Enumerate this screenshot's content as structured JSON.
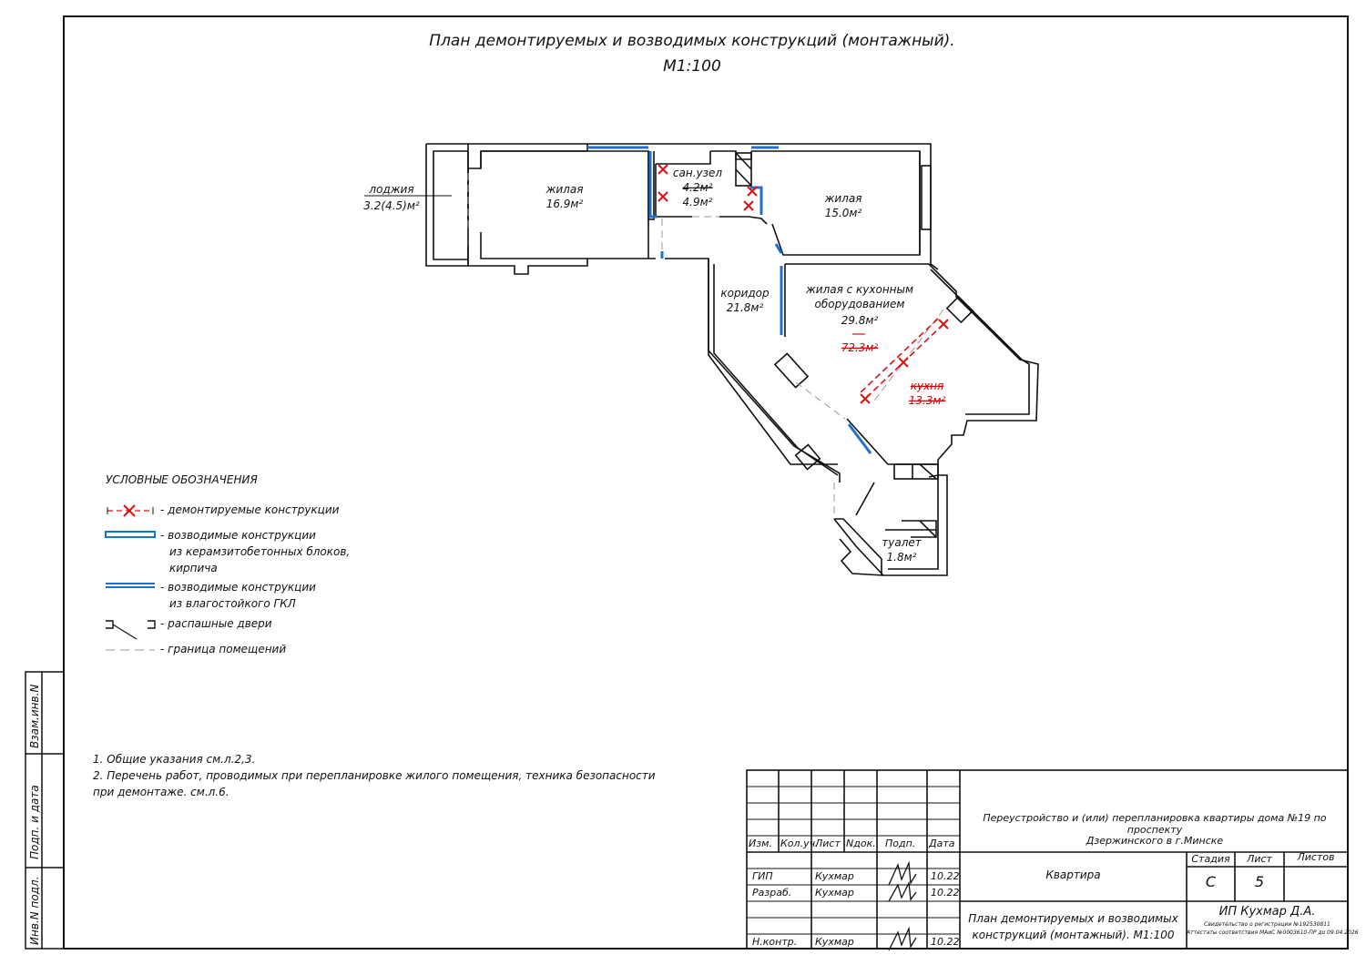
{
  "title": {
    "line1": "План демонтируемых и возводимых конструкций (монтажный).",
    "line2": "М1:100"
  },
  "rooms": [
    {
      "id": "loggia",
      "name": "лоджия",
      "area": "3.2(4.5)м²"
    },
    {
      "id": "living1",
      "name": "жилая",
      "area": "16.9м²"
    },
    {
      "id": "bath",
      "name": "сан.узел",
      "area_old": "4.2м²",
      "area": "4.9м²"
    },
    {
      "id": "living2",
      "name": "жилая",
      "area": "15.0м²"
    },
    {
      "id": "corridor",
      "name": "коридор",
      "area": "21.8м²"
    },
    {
      "id": "living_kitchen",
      "name": "жилая с кухонным",
      "name2": "оборудованием",
      "area": "29.8м²",
      "area_old": "72.3м²"
    },
    {
      "id": "kitchen",
      "name_old": "кухня",
      "area_old": "13.3м²"
    },
    {
      "id": "toilet",
      "name": "туалет",
      "area": "1.8м²"
    }
  ],
  "legend": {
    "heading": "УСЛОВНЫЕ ОБОЗНАЧЕНИЯ",
    "items": [
      {
        "id": "demolish",
        "lines": [
          "- демонтируемые конструкции"
        ],
        "color": "#e01010"
      },
      {
        "id": "blocks",
        "lines": [
          "- возводимые конструкции",
          "из керамзитобетонных блоков,",
          "кирпича"
        ],
        "color": "#1f6fd1"
      },
      {
        "id": "gkl",
        "lines": [
          "- возводимые конструкции",
          "из влагостойкого ГКЛ"
        ],
        "color": "#1f6fd1"
      },
      {
        "id": "doors",
        "lines": [
          "- распашные двери"
        ]
      },
      {
        "id": "boundary",
        "lines": [
          "- граница помещений"
        ]
      }
    ]
  },
  "notes": [
    "1. Общие указания см.л.2,3.",
    "2. Перечень работ, проводимых при перепланировке жилого помещения, техника безопасности",
    "при демонтаже. см.л.6."
  ],
  "side_stamp": {
    "vzam": "Взам.инв.N",
    "podp": "Подп. и дата",
    "inv": "Инв.N подл."
  },
  "title_block": {
    "headers": [
      "Изм.",
      "Кол.уч.",
      "Лист",
      "Nдок.",
      "Подп.",
      "Дата"
    ],
    "staff": [
      {
        "role": "ГИП",
        "name": "Кухмар",
        "date": "10.22"
      },
      {
        "role": "Разраб.",
        "name": "Кухмар",
        "date": "10.22"
      },
      {
        "role": "Н.контр.",
        "name": "Кухмар",
        "date": "10.22"
      }
    ],
    "project": "Переустройство и (или) перепланировка квартиры дома №19 по проспекту",
    "project2": "Дзержинского в г.Минске",
    "object": "Квартира",
    "stage_label": "Стадия",
    "sheet_label": "Лист",
    "sheets_label": "Листов",
    "stage": "С",
    "sheet": "5",
    "sheets": "",
    "drawing_title1": "План демонтируемых и возводимых",
    "drawing_title2": "конструкций (монтажный). М1:100",
    "company": "ИП Кухмар Д.А.",
    "cert1": "Свидетельство о регистрации №192530811",
    "cert2": "Аттестаты соответствия МАиС №0003610-ПР до 09.04.2026"
  },
  "colors": {
    "line": "#111111",
    "demolish": "#e01010",
    "new_wall": "#1f6fd1"
  }
}
